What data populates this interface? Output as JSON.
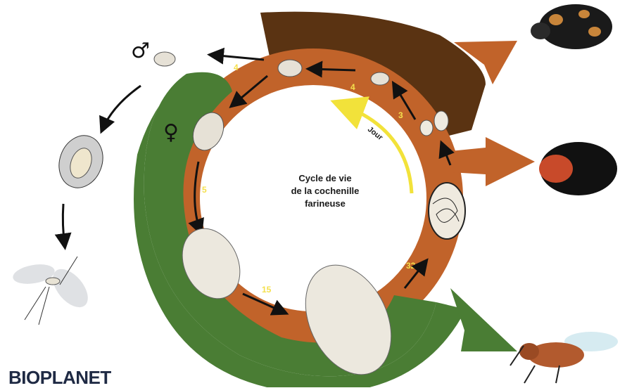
{
  "title_lines": [
    "Cycle de vie",
    "de la cochenille",
    "farineuse"
  ],
  "direction_label": "Jour",
  "day_numbers": [
    "4",
    "4",
    "3",
    "5",
    "15",
    "32"
  ],
  "male_symbol": "♂",
  "female_symbol": "♀",
  "brand": "BIOPLANET",
  "colors": {
    "ring_orange": "#c1632a",
    "green_band": "#4a7d34",
    "brown_band": "#5a3312",
    "day_text": "#f4e04d",
    "direction_arrow": "#f2e23a",
    "brand": "#1f2a44"
  },
  "icons": [
    "mealybug-icon",
    "egg-sac-icon",
    "cocoon-icon",
    "winged-male-icon",
    "ladybird-beetle-icon",
    "ladybird-larva-icon",
    "parasitoid-wasp-icon",
    "spotted-beetle-icon"
  ]
}
